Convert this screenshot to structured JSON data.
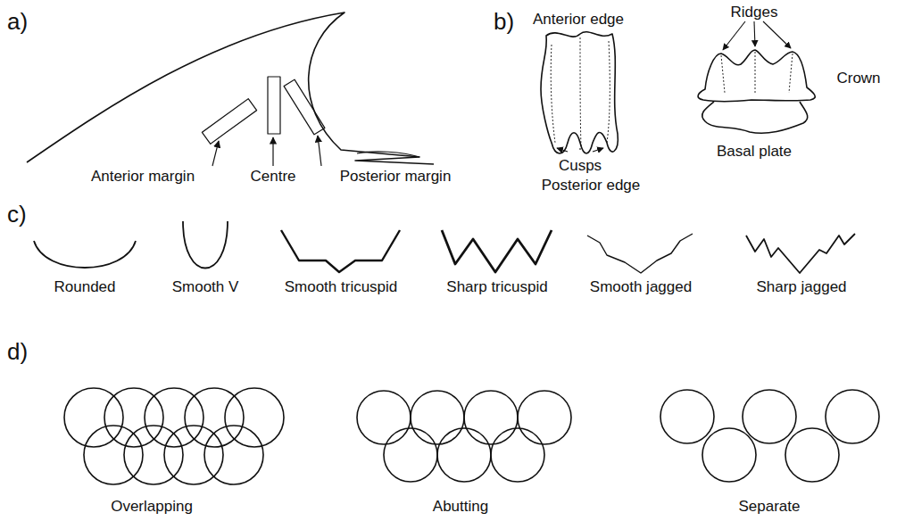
{
  "diagram": {
    "labels": [
      "a)",
      "Anterior margin",
      "Centre",
      "Posterior margin",
      "b)",
      "Anterior edge",
      "Ridges",
      "Crown",
      "Cusps",
      "Posterior edge",
      "Basal plate",
      "c)",
      "Rounded",
      "Smooth V",
      "Smooth tricuspid",
      "Sharp tricuspid",
      "Smooth jagged",
      "Sharp jagged",
      "d)",
      "Overlapping",
      "Abutting",
      "Separate"
    ]
  }
}
